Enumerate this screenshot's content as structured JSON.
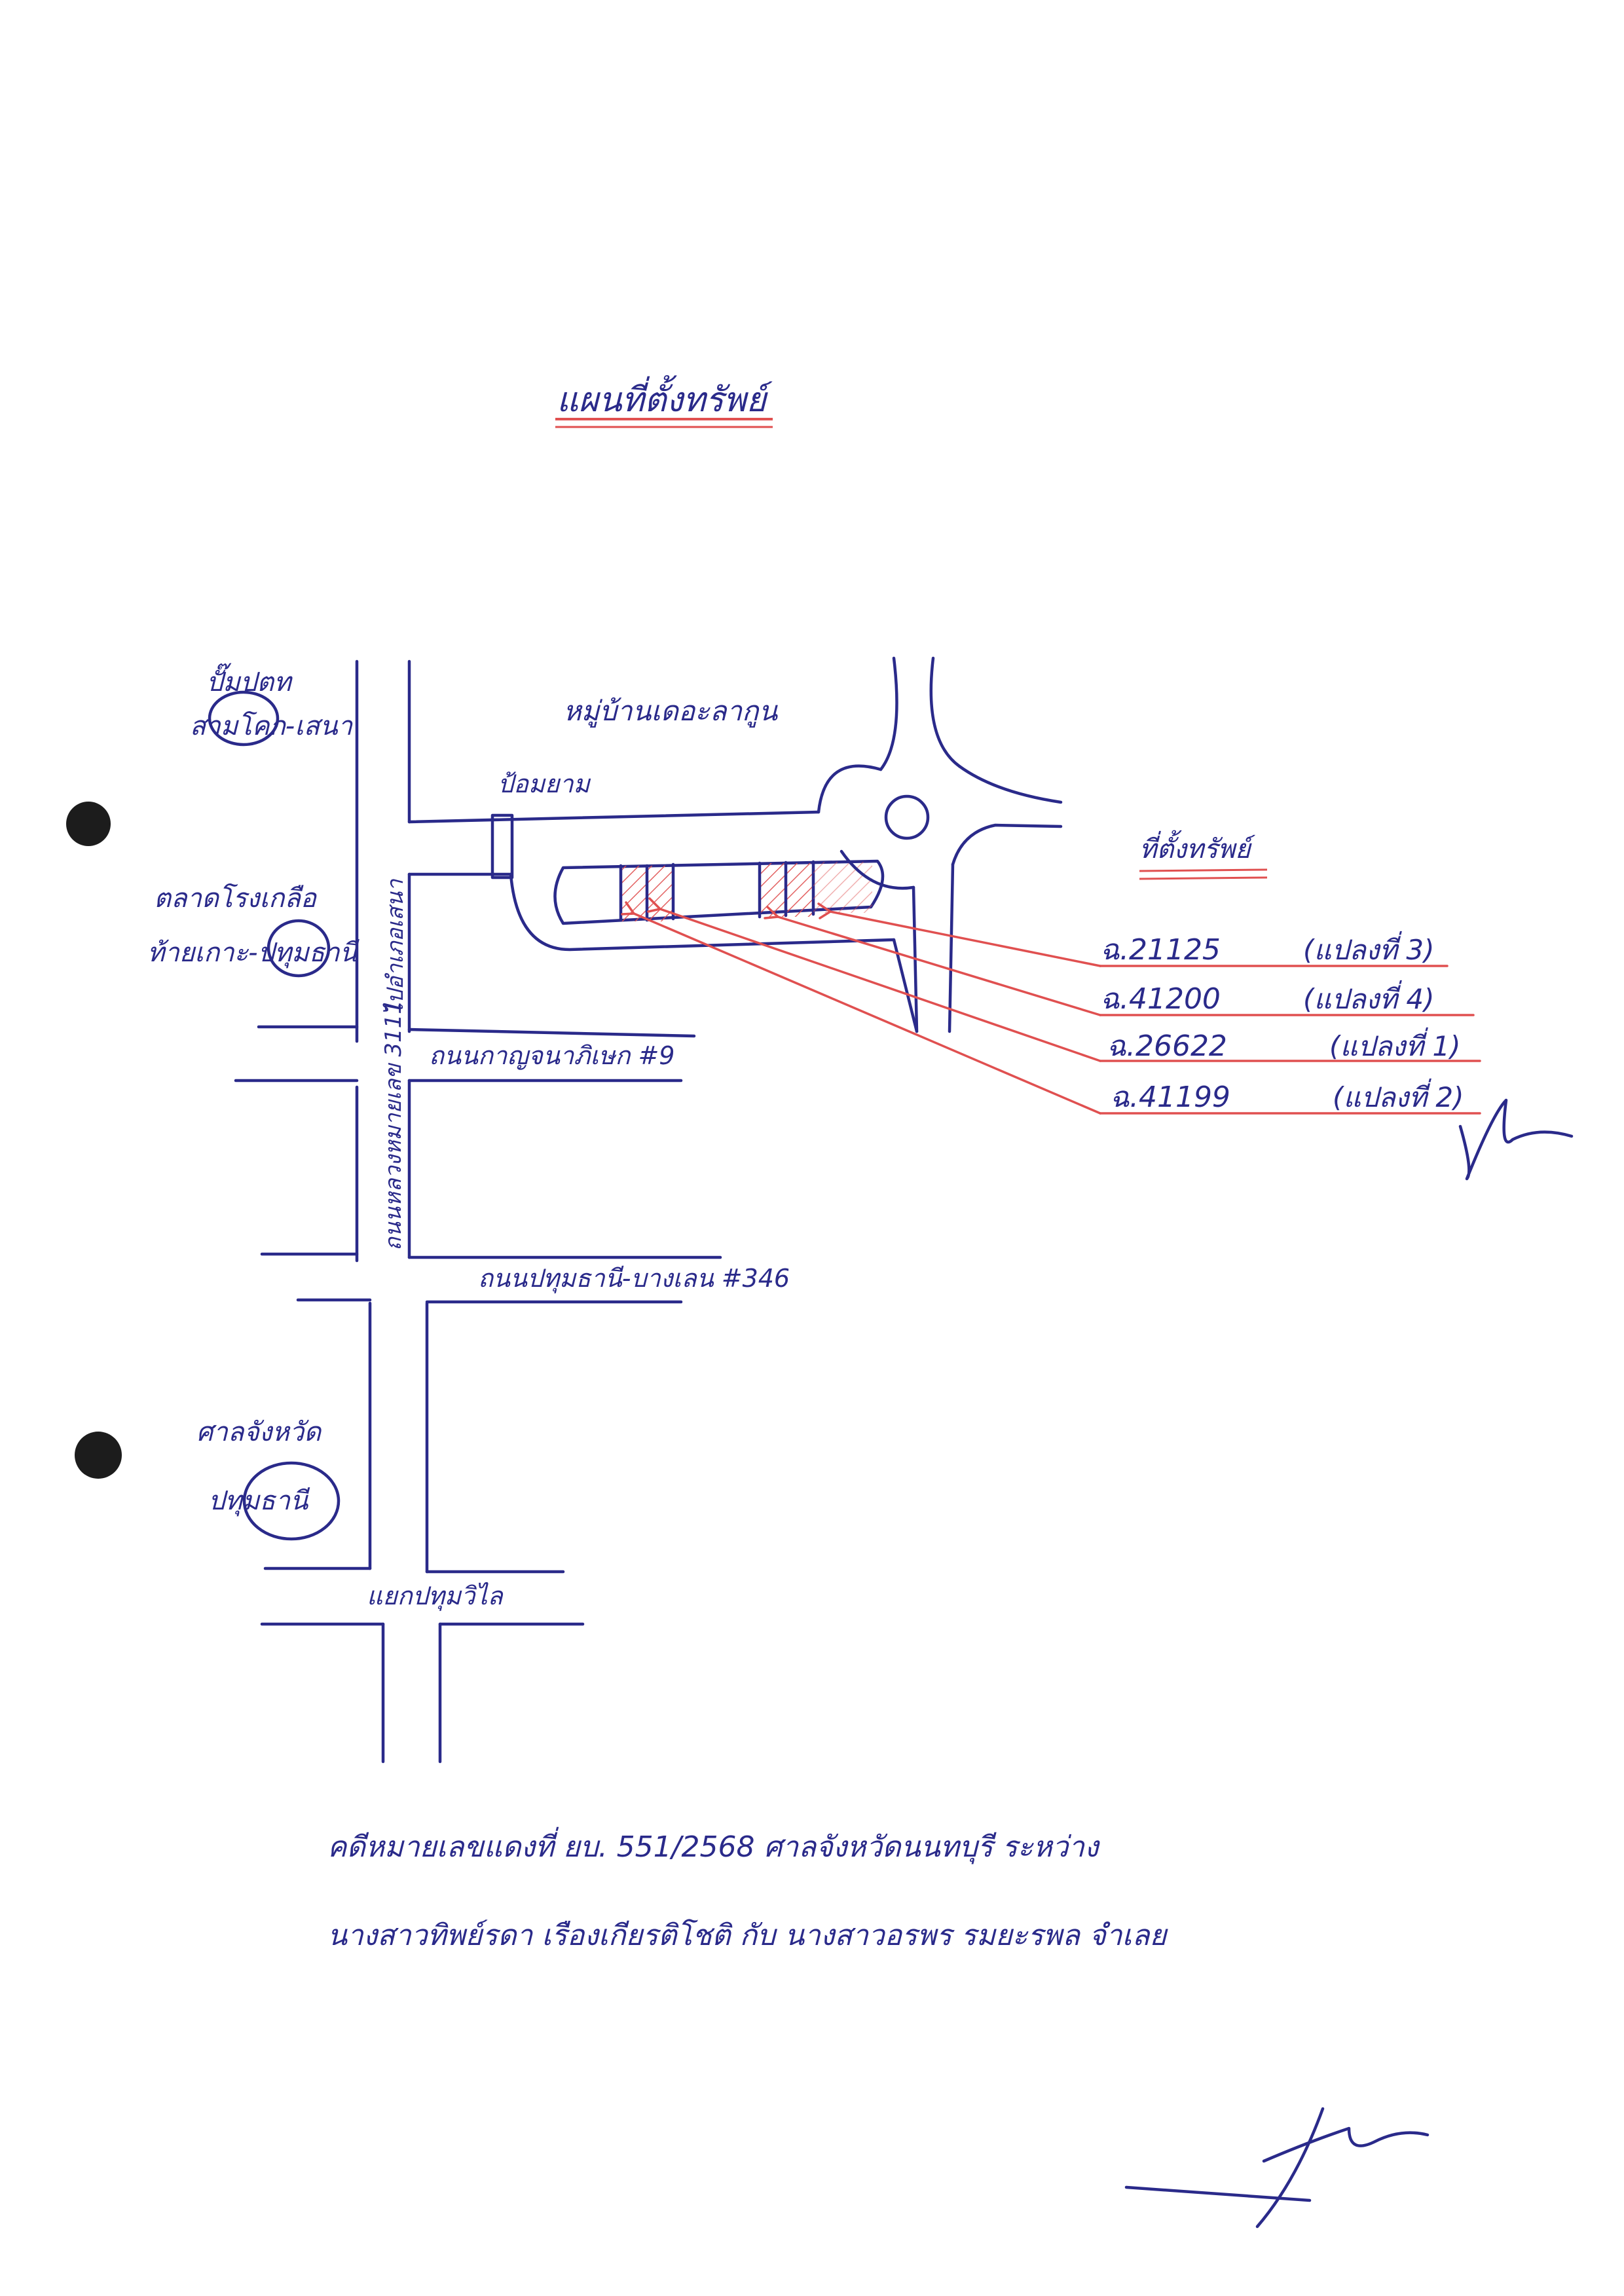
{
  "title": "แผนที่ตั้งทรัพย์",
  "places": {
    "gas_station": "ปั๊มปตท สามโคก-เสนา",
    "market": "ตลาดโรงเกลือ ท้ายเกาะ-ปทุมธานี",
    "court": "ศาลจังหวัด ปทุมธานี",
    "village": "หมู่บ้านเดอะลากูน",
    "guard_post": "ป้อมยาม",
    "property_label": "ที่ตั้งทรัพย์"
  },
  "roads": {
    "highway": "ถนนหลวงหมายเลข 3111",
    "highway_dir": "ไปอำเภอเสนา",
    "road_9": "ถนนกาญจนาภิเษก #9",
    "road_346": "ถนนปทุมธานี-บางเลน #346",
    "junction": "แยกปทุมวิไล"
  },
  "parcels": [
    {
      "deed": "ฉ.21125",
      "plot": "(แปลงที่ 3)"
    },
    {
      "deed": "ฉ.41200",
      "plot": "(แปลงที่ 4)"
    },
    {
      "deed": "ฉ.26622",
      "plot": "(แปลงที่ 1)"
    },
    {
      "deed": "ฉ.41199",
      "plot": "(แปลงที่ 2)"
    }
  ],
  "case_note": {
    "line1": "คดีหมายเลขแดงที่ ยบ. 551/2568 ศาลจังหวัดนนทบุรี ระหว่าง",
    "line2": "นางสาวทิพย์รดา เรืองเกียรติโชติ กับ นางสาวอรพร รมยะรพล จำเลย"
  },
  "colors": {
    "ink": "#2a2a8a",
    "red": "#e05050"
  }
}
